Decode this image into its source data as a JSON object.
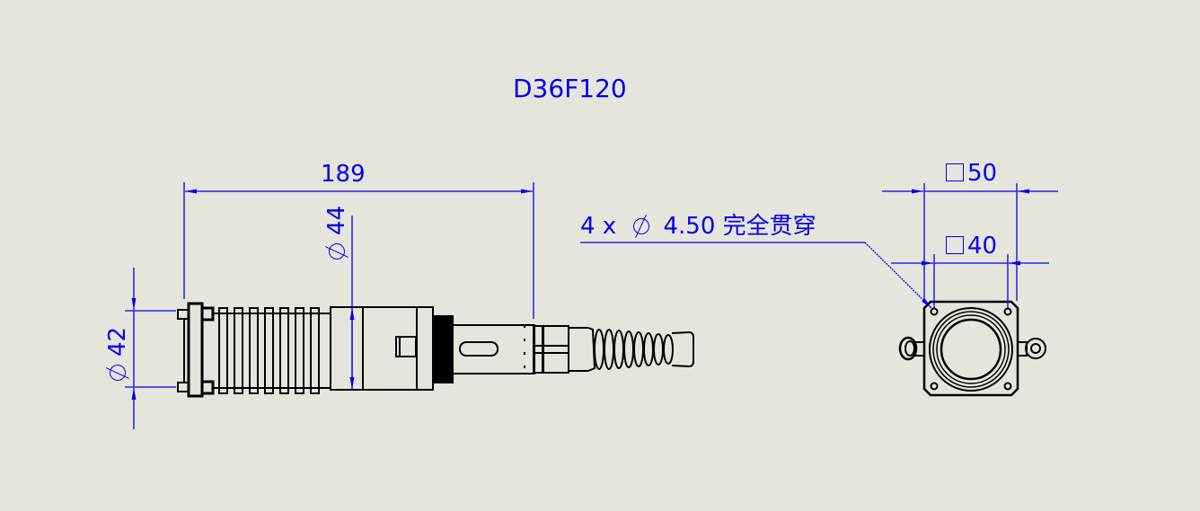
{
  "drawing": {
    "title": "D36F120",
    "background": "#e6e5dc",
    "annotation_color": "#0000ee",
    "geometry_color": "#000000"
  },
  "side_view": {
    "overall_length": {
      "symbol": "",
      "value": "189"
    },
    "flange_diameter": {
      "symbol": "⌀",
      "value": "42"
    },
    "body_diameter": {
      "symbol": "⌀",
      "value": "44"
    }
  },
  "front_view": {
    "outer_square": {
      "symbol": "□",
      "value": "50"
    },
    "hole_spacing_square": {
      "symbol": "□",
      "value": "40"
    },
    "hole_callout": {
      "count": "4 x",
      "symbol": "⌀",
      "value": "4.50",
      "suffix": "完全贯穿"
    }
  }
}
